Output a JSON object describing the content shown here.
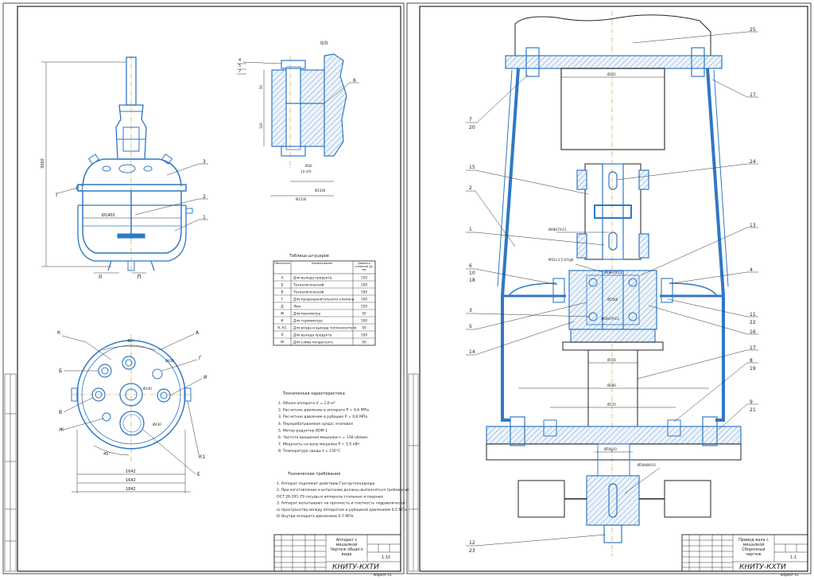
{
  "sheet1": {
    "section_label": "II/II",
    "view_labels": {
      "I": "I",
      "II": "II",
      "L": "Л"
    },
    "dims": {
      "height": "3060",
      "d1400": "Ø1400",
      "d1540": "Ø1540",
      "d1530": "Ø1530",
      "m20": "M20",
      "m20b": "14 отб",
      "d430": "Ø430",
      "d140": "Ø140",
      "d430b": "Ø430",
      "d1642": "1642",
      "d1642b": "1642",
      "d1842": "1842",
      "h50": "50",
      "h120": "120",
      "ang45a": "45°",
      "ang45b": "45°"
    },
    "callouts_front": [
      "3",
      "2",
      "1",
      "4",
      "5",
      "7",
      "6"
    ],
    "nozzle_letters": [
      "К",
      "А",
      "Б",
      "Г",
      "И",
      "В",
      "Ж",
      "Е",
      "К1"
    ],
    "nozzle_table": {
      "title": "Таблица штуцеров",
      "headers": [
        "Обозначение",
        "Наименование",
        "Диаметр условный Ду, мм"
      ],
      "rows": [
        [
          "А",
          "Для выхода продукта",
          "150"
        ],
        [
          "Б",
          "Технологический",
          "100"
        ],
        [
          "В",
          "Технологический",
          "100"
        ],
        [
          "Г",
          "Для предохранительного клапана",
          "100"
        ],
        [
          "Д",
          "Люк",
          "250"
        ],
        [
          "Ж",
          "Для манометра",
          "50"
        ],
        [
          "И",
          "Для термометра",
          "100"
        ],
        [
          "К, К1",
          "Для входа и выхода теплоносителя",
          "50"
        ],
        [
          "Л",
          "Для выхода продукта",
          "100"
        ],
        [
          "М",
          "Для слива конденсата",
          "50"
        ]
      ]
    },
    "tech_char": {
      "title": "Техническая характеристика",
      "lines": [
        "1. Объем аппарата V = 1,6 м³",
        "2. Расчетное давление в аппарате P = 0,6 МПа",
        "3. Расчетное давление в рубашке P = 0,6 МПа",
        "4. Перерабатываемая среда: этиловая",
        "5. Мотор-редуктор ВОМ 1",
        "6. Частота вращения мешалки n = 136 об/мин",
        "7. Мощность на валу мешалки P = 5,5 кВт",
        "8. Температура среды t = 150°С"
      ]
    },
    "tech_req": {
      "title": "Технические требования",
      "lines": [
        "1. Аппарат подлежит действию Госгортехнадзора",
        "2. При изготовлении и испытании должны выполняться требования",
        "ОСТ 26-291-79 сосуды и аппараты стальные и сварные",
        "3. Аппарат испытывают на прочность и плотность гидравлически",
        "а) пространство между аппаратом и рубашкой давлением 0,5 МПа",
        "б) Внутри аппарата давлением 0,7 МПа"
      ]
    },
    "title_block": {
      "name": "Аппарат с мешалкой Чертеж общего вида",
      "org": "КНИТУ-КХТИ",
      "scale": "1:10",
      "sheet": "Лист",
      "format": "Формат А1"
    }
  },
  "sheet2": {
    "dims": {
      "d235": "Ø235",
      "fit1": "Ø48H7/h11",
      "fit2": "M52×1,5 H7/g6",
      "fit3": "Ø48H7/h11",
      "fit4": "Ø55k6",
      "fit5": "Ø62H7/h11",
      "d156": "Ø156",
      "d280": "Ø280",
      "d170": "Ø170",
      "d50": "Ø50g10",
      "fit6": "Ø50H8/h10"
    },
    "callouts_left": [
      "7",
      "20",
      "15",
      "2",
      "1",
      "6",
      "10",
      "18",
      "3",
      "5",
      "14",
      "12",
      "23"
    ],
    "callouts_right": [
      "25",
      "17",
      "24",
      "13",
      "4",
      "11",
      "22",
      "16",
      "17",
      "8",
      "19",
      "9",
      "21"
    ],
    "title_block": {
      "name": "Привод вала с мешалкой Сборочный чертеж",
      "org": "КНИТУ-КХТИ",
      "scale": "1:1",
      "sheet": "Лист",
      "format": "Формат А1"
    }
  }
}
